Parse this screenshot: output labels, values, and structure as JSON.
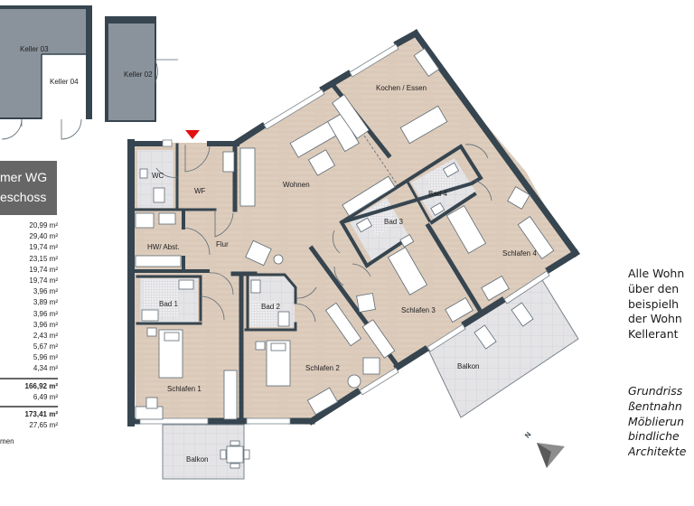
{
  "cellar": {
    "rooms": [
      {
        "label": "Keller 03"
      },
      {
        "label": "Keller 04"
      },
      {
        "label": "Keller 02"
      }
    ]
  },
  "unit_title": {
    "line1": "mer WG",
    "line2": "eschoss"
  },
  "area_list": {
    "values": [
      "20,99 m²",
      "29,40 m²",
      "19,74 m²",
      "23,15 m²",
      "19,74 m²",
      "19,74 m²",
      "3,96 m²",
      "3,89 m²",
      "3,96 m²",
      "3,96 m²",
      "2,43 m²",
      "5,67 m²",
      "5,96 m²",
      "4,34 m²"
    ],
    "subtotal": "166,92 m²",
    "balcony_area": "6,49 m²",
    "total": "173,41 m²",
    "extra": "27,65 m²",
    "note": "men"
  },
  "floorplan": {
    "rooms": {
      "wc": "WC",
      "wf": "WF",
      "hw": "HW/ Abst.",
      "flur": "Flur",
      "wohnen": "Wohnen",
      "kochen": "Kochen / Essen",
      "bad1": "Bad 1",
      "bad2": "Bad 2",
      "bad3": "Bad 3",
      "bad4": "Bad 4",
      "schlafen1": "Schlafen 1",
      "schlafen2": "Schlafen 2",
      "schlafen3": "Schlafen 3",
      "schlafen4": "Schlafen 4",
      "balkon_south": "Balkon",
      "balkon_east": "Balkon"
    },
    "entrance_marker_color": "#e01010",
    "wall_color": "#36454f",
    "floor_color": "#dcc9b8",
    "tile_color": "#e3e3e6"
  },
  "compass": {
    "label": "N"
  },
  "description": {
    "lines": [
      "Alle Wohn",
      "über den",
      "beispielh",
      "der Wohn",
      "Kellerant"
    ],
    "italic_lines": [
      "Grundriss",
      "ßentnahn",
      "Möblierun",
      "bindliche",
      "Architekte"
    ]
  }
}
